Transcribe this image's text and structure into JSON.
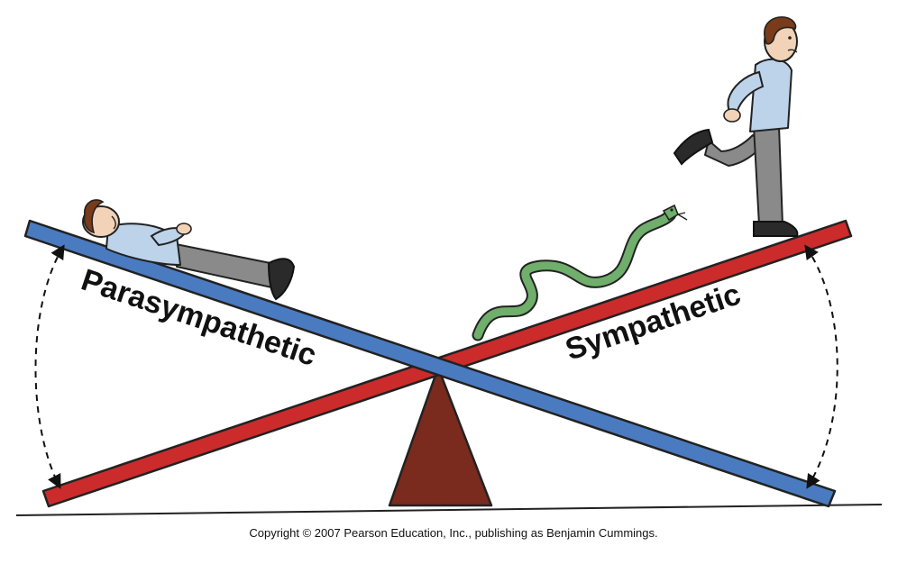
{
  "labels": {
    "parasympathetic": "Parasympathetic",
    "sympathetic": "Sympathetic"
  },
  "copyright": "Copyright © 2007 Pearson Education, Inc., publishing as Benjamin Cummings.",
  "colors": {
    "parasympathetic_beam": "#4a7bc0",
    "sympathetic_beam": "#cc2b2b",
    "fulcrum": "#7b2a1e",
    "snake": "#6fae6b",
    "shirt": "#bcd3ea",
    "trousers": "#8a8a8a",
    "hair": "#7a3b1a",
    "skin": "#f2d3b8"
  }
}
